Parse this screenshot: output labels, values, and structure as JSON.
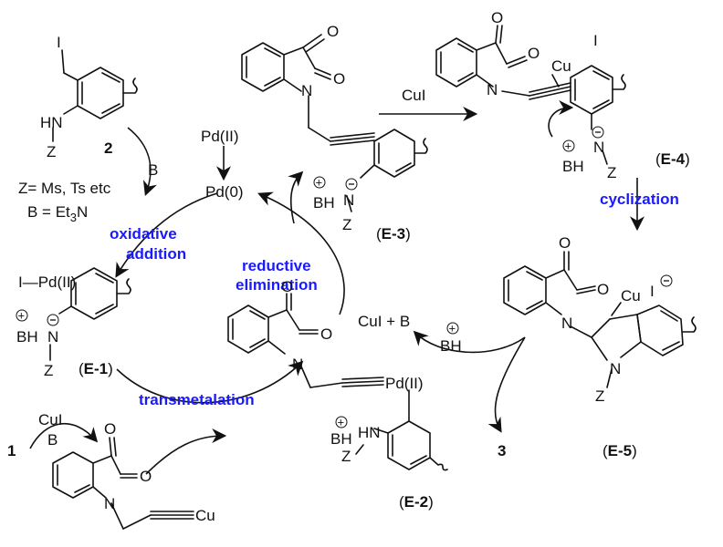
{
  "labels": {
    "top_left_I": "I",
    "top_left_HN": "HN",
    "top_left_Z": "Z",
    "compound_2": "2",
    "base_B_top": "B",
    "Z_def": "Z= Ms, Ts etc",
    "B_def": "B = Et",
    "B_def_sub": "3",
    "B_def_end": "N",
    "PdII_top": "Pd(II)",
    "Pd0": "Pd(0)",
    "E1_IPd": "I—Pd(II)",
    "E1_BH": "BH",
    "E1_N": "N",
    "E1_Z": "Z",
    "E1_label_open": "(",
    "E1_label_bold": "E-1",
    "E1_label_close": ")",
    "CuI_bottom": "CuI",
    "B_bottom": "B",
    "compound_1": "1",
    "O1": "O",
    "O2": "O",
    "N_bottom": "N",
    "Cu_bottom": "Cu",
    "E3_BH": "BH",
    "E3_N": "N",
    "E3_Z": "Z",
    "E3_label_open": "(",
    "E3_label_bold": "E-3",
    "E3_label_close": ")",
    "CuI_top": "CuI",
    "E4_Cu": "Cu",
    "E4_I": "I",
    "E4_BH": "BH",
    "E4_N": "N",
    "E4_Z": "Z",
    "E4_label_open": "(",
    "E4_label_bold": "E-4",
    "E4_label_close": ")",
    "CuI_B": "CuI + B",
    "BH_mid": "BH",
    "E2_PdII": "Pd(II)",
    "E2_BH": "BH",
    "E2_HN": "HN",
    "E2_Z": "Z",
    "E2_label_open": "(",
    "E2_label_bold": "E-2",
    "E2_label_close": ")",
    "E5_Cu": "Cu",
    "E5_I": "I",
    "E5_N": "N",
    "E5_Z": "Z",
    "E5_label_open": "(",
    "E5_label_bold": "E-5",
    "E5_label_close": ")",
    "compound_3": "3"
  },
  "steps": {
    "oxidative_1": "oxidative",
    "oxidative_2": "addition",
    "reductive_1": "reductive",
    "reductive_2": "elimination",
    "transmetalation": "transmetalation",
    "cyclization": "cyclization"
  },
  "colors": {
    "step_text": "#1a1aff",
    "ink": "#111111"
  }
}
